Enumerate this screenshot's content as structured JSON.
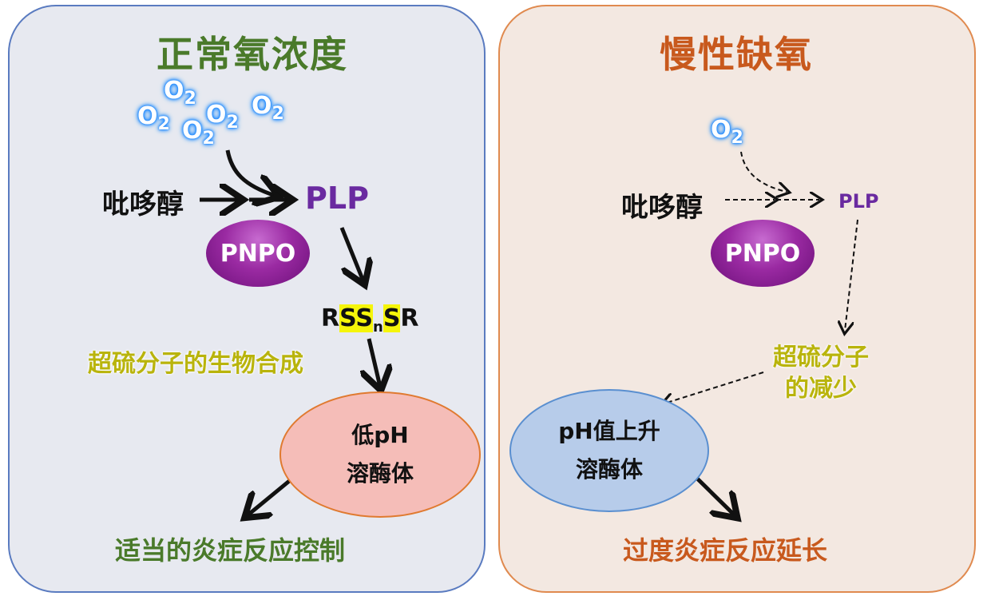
{
  "left": {
    "title": "正常氧浓度",
    "o2_label": "O",
    "o2_sub": "2",
    "precursor": "吡哆醇",
    "product": "PLP",
    "enzyme": "PNPO",
    "rss_prefix": "R",
    "rss_hl1": "SS",
    "rss_sub": "n",
    "rss_hl2": "S",
    "rss_suffix": "R",
    "biosynthesis": "超硫分子的生物合成",
    "lysosome_line1": "低pH",
    "lysosome_line2": "溶酶体",
    "outcome": "适当的炎症反应控制"
  },
  "right": {
    "title": "慢性缺氧",
    "o2_label": "O",
    "o2_sub": "2",
    "precursor": "吡哆醇",
    "product": "PLP",
    "enzyme": "PNPO",
    "reduction_line1": "超硫分子",
    "reduction_line2": "的减少",
    "lysosome_line1": "pH值上升",
    "lysosome_line2": "溶酶体",
    "outcome": "过度炎症反应延长"
  },
  "colors": {
    "green_title": "#4a7a2a",
    "orange_title": "#c8591d",
    "plp_purple": "#6a2aa0",
    "yellow_text": "#b9b40c",
    "o2_glow": "#1e88ff"
  }
}
